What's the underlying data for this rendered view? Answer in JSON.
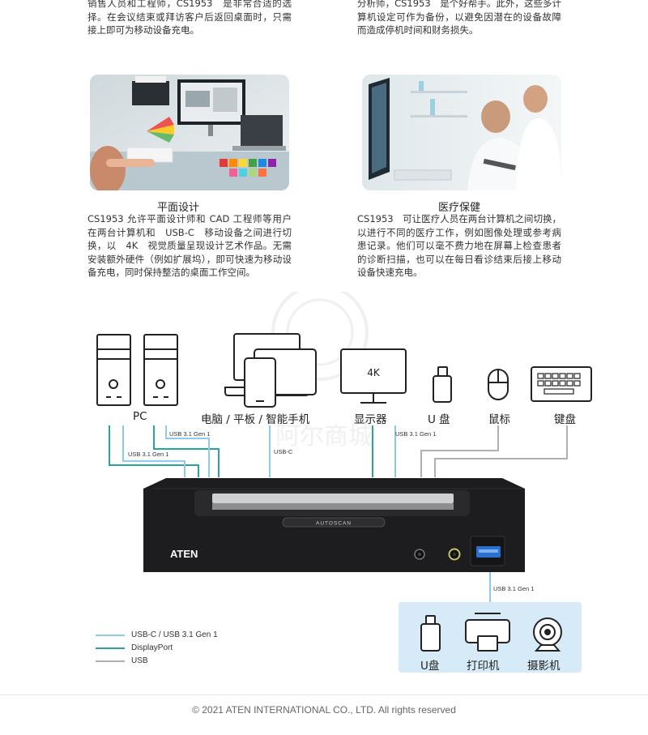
{
  "top_paragraphs": {
    "left": "销售人员和工程师，CS1953　是非常合适的选择。在会议结束或拜访客户后返回桌面时，只需接上即可为移动设备充电。",
    "right": "分析师，CS1953　是个好帮手。此外，这些多计算机设定可作为备份，以避免因潜在的设备故障而造成停机时间和财务损失。"
  },
  "sections": [
    {
      "caption": "平面设计",
      "text": "CS1953 允许平面设计师和 CAD 工程师等用户在两台计算机和　USB-C　移动设备之间进行切换，以　4K　视觉质量呈现设计艺术作品。无需安装额外硬件（例如扩展坞），即可快速为移动设备充电，同时保持整洁的桌面工作空间。"
    },
    {
      "caption": "医疗保健",
      "text": "CS1953　可让医疗人员在两台计算机之间切换，以进行不同的医疗工作，例如图像处理或参考病患记录。他们可以毫不费力地在屏幕上检查患者的诊断扫描，也可以在每日看诊结束后接上移动设备快速充电。"
    }
  ],
  "diagram": {
    "devices": {
      "pc": "PC",
      "mobile": "电脑 / 平板 / 智能手机",
      "display": "显示器",
      "display_badge": "4K",
      "udisk": "U 盘",
      "mouse": "鼠标",
      "keyboard": "键盘"
    },
    "cable_labels": {
      "usb31_pc1": "USB 3.1 Gen 1",
      "usb31_pc2": "USB 3.1 Gen 1",
      "usbc": "USB-C",
      "usb31_udisk": "USB 3.1 Gen 1",
      "usb31_front": "USB 3.1 Gen 1"
    },
    "kvm": {
      "brand": "ATEN",
      "button": "AUTOSCAN"
    },
    "front_devices": {
      "udisk": "U盘",
      "printer": "打印机",
      "camera": "摄影机"
    },
    "legend": [
      {
        "label": "USB-C / USB 3.1 Gen 1",
        "color": "#8fcbe8"
      },
      {
        "label": "DisplayPort",
        "color": "#2aa39a"
      },
      {
        "label": "USB",
        "color": "#b0b0b0"
      }
    ],
    "watermark": "阿尔商城"
  },
  "footer": "© 2021 ATEN INTERNATIONAL CO., LTD. All rights reserved"
}
